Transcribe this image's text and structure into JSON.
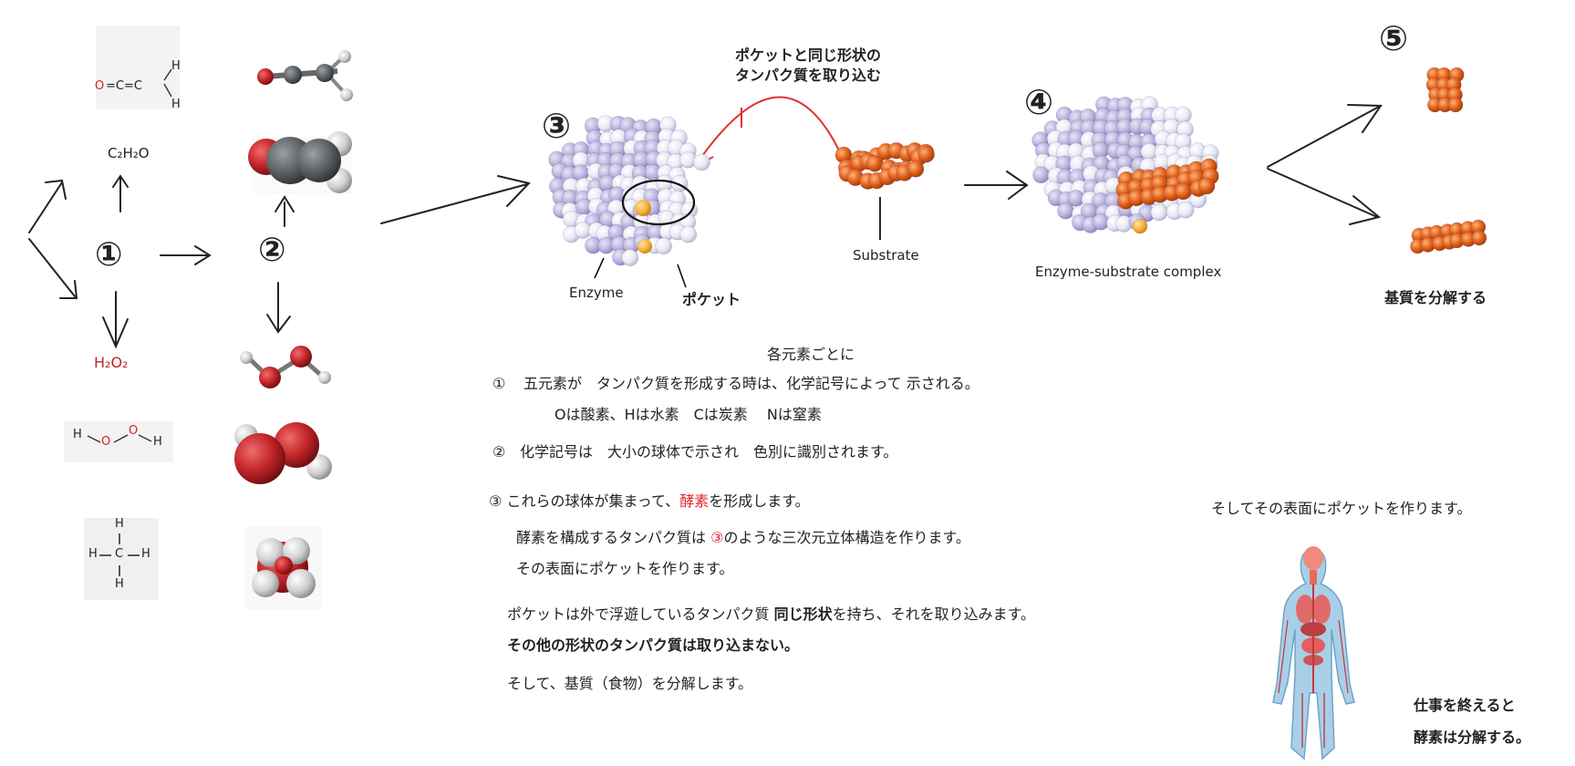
{
  "left": {
    "formula_structure": {
      "o": "O",
      "eq1": "=C=C",
      "h_top": "H",
      "h_bottom": "H"
    },
    "formula_c2h2o": "C₂H₂O",
    "formula_h2o2": "H₂O₂",
    "hooh_h1": "H",
    "hooh_o1": "O",
    "hooh_o2": "O",
    "hooh_h2": "H",
    "ch4_h_top": "H",
    "ch4_h_left": "H",
    "ch4_c": "C",
    "ch4_h_right": "H",
    "ch4_h_bottom": "H",
    "num1": "①",
    "num2": "②"
  },
  "diagram": {
    "num3": "③",
    "num4": "④",
    "num5": "⑤",
    "pocket_note_line1": "ポケットと同じ形状の",
    "pocket_note_line2": "タンパク質を取り込む",
    "enzyme_label": "Enzyme",
    "pocket_label": "ポケット",
    "substrate_label": "Substrate",
    "complex_label": "Enzyme-substrate complex",
    "decompose_label": "基質を分解する"
  },
  "text": {
    "heading": "各元素ごとに",
    "line1_num": "①",
    "line1": "五元素が　タンパク質を形成する時は、化学記号によって 示される。",
    "line1b": "Oは酸素、Hは水素　Cは炭素　 Nは窒素",
    "line2_num": "②",
    "line2": "化学記号は　大小の球体で示され　色別に識別されます。",
    "line3_num": "③",
    "line3_pre": "これらの球体が集まって、",
    "line3_red": "酵素",
    "line3_post": "を形成します。",
    "line4_pre": "酵素を構成するタンパク質は ",
    "line4_num": "③",
    "line4_post": "のような三次元立体構造を作ります。",
    "line5": "その表面にポケットを作ります。",
    "line6_pre": "ポケットは外で浮遊しているタンパク質",
    "line6_bold": "同じ形状",
    "line6_post": "を持ち、それを取り込みます。",
    "line7": "その他の形状のタンパク質は取り込まない。",
    "line8": "そして、基質（食物）を分解します。"
  },
  "right": {
    "surface_note": "そしてその表面にポケットを作ります。",
    "done_line1": "仕事を終えると",
    "done_line2": "酵素は分解する。"
  },
  "colors": {
    "enzyme_sphere": "#b9b3dc",
    "enzyme_light": "#e8e9f5",
    "substrate": "#e3611b",
    "oxygen": "#c3262a",
    "carbon": "#5a5e61",
    "hydrogen": "#cfcfcf",
    "yellow": "#f6b13a",
    "red_arrow": "#e32f2f",
    "body_blue": "#a9cfe8"
  }
}
